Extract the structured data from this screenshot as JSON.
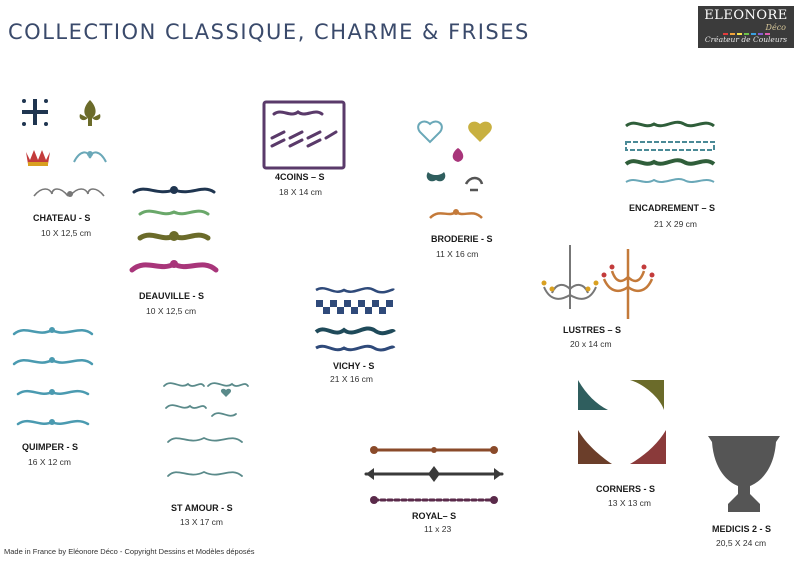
{
  "title": "COLLECTION CLASSIQUE, CHARME & FRISES",
  "logo": {
    "brand": "ELEONORE",
    "sub": "Déco",
    "tagline": "Créateur de Couleurs",
    "dot_colors": [
      "#e23b3b",
      "#f2a33a",
      "#f4e04d",
      "#6cc24a",
      "#3aa0e0",
      "#8a5cd0",
      "#e05cb0"
    ]
  },
  "products": [
    {
      "name": "CHATEAU - S",
      "size": "10 X 12,5 cm"
    },
    {
      "name": "DEAUVILLE - S",
      "size": "10 X 12,5 cm"
    },
    {
      "name": "4COINS – S",
      "size": "18 X 14 cm"
    },
    {
      "name": "BRODERIE - S",
      "size": "11 X 16 cm"
    },
    {
      "name": "ENCADREMENT – S",
      "size": "21 X 29 cm"
    },
    {
      "name": "LUSTRES – S",
      "size": "20 x 14 cm"
    },
    {
      "name": "VICHY - S",
      "size": "21 X 16 cm"
    },
    {
      "name": "QUIMPER - S",
      "size": "16 X 12 cm"
    },
    {
      "name": "ST AMOUR - S",
      "size": "13 X 17 cm"
    },
    {
      "name": "ROYAL– S",
      "size": "11 x 23"
    },
    {
      "name": "CORNERS - S",
      "size": "13 X 13 cm"
    },
    {
      "name": "MEDICIS 2 - S",
      "size": "20,5 X 24 cm"
    }
  ],
  "colors": {
    "title": "#3a4a6b",
    "teal": "#4a8a96",
    "green": "#2f5e3a",
    "olive": "#6b6b2a",
    "navy": "#1f3550",
    "purple": "#5a3a6a",
    "magenta": "#a8357a",
    "brown": "#6b3e2a",
    "orange": "#c47a3a",
    "grey": "#555555"
  },
  "footer": "Made in France by Eléonore Déco - Copyright Dessins et Modèles déposés"
}
